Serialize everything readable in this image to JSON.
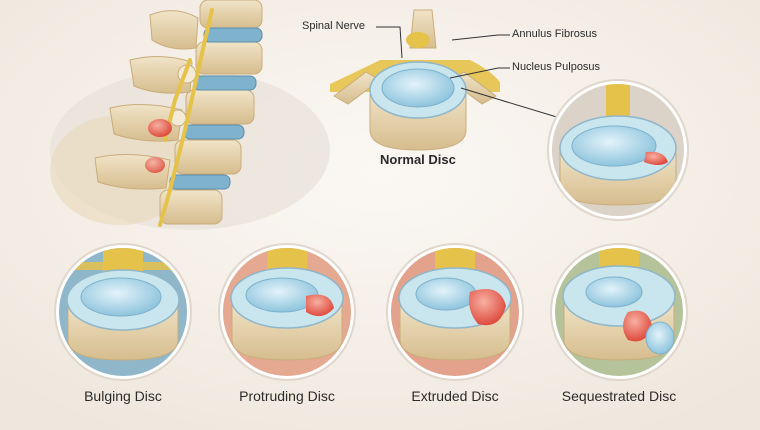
{
  "labels": {
    "spinal_nerve": "Spinal Nerve",
    "annulus_fibrosus": "Annulus Fibrosus",
    "nucleus_pulposus": "Nucleus Pulposus",
    "normal_disc": "Normal Disc"
  },
  "stages": [
    {
      "caption": "Bulging Disc",
      "background": "#8fb6c9"
    },
    {
      "caption": "Protruding Disc",
      "background": "#e5a890"
    },
    {
      "caption": "Extruded Disc",
      "background": "#e2a28c"
    },
    {
      "caption": "Sequestrated Disc",
      "background": "#b5c39a"
    }
  ],
  "colors": {
    "bone": "#ecdcbc",
    "bone_shade": "#d9c193",
    "nerve": "#e5c24a",
    "nucleus": "#aed7ea",
    "annulus": "#c9e5ee",
    "herniation": "#e96a5c",
    "disc_blue": "#7fb2cc"
  }
}
